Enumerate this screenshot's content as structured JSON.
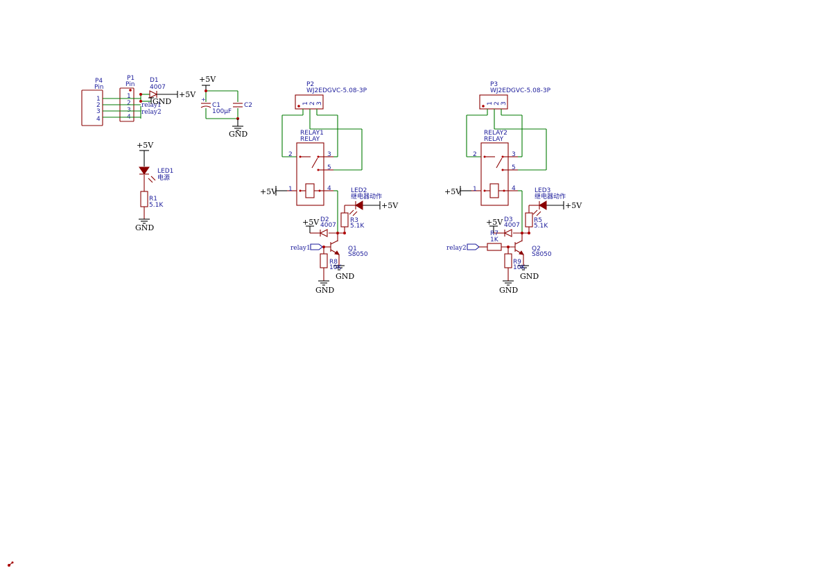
{
  "connectors": {
    "p4": {
      "ref": "P4",
      "value": "Pin",
      "pins": [
        "1",
        "2",
        "3",
        "4"
      ]
    },
    "p1": {
      "ref": "P1",
      "value": "Pin",
      "pins": [
        "1",
        "2",
        "3",
        "4"
      ]
    },
    "p2": {
      "ref": "P2",
      "value": "WJ2EDGVC-5.08-3P",
      "pins": [
        "1",
        "2",
        "3"
      ]
    },
    "p3": {
      "ref": "P3",
      "value": "WJ2EDGVC-5.08-3P",
      "pins": [
        "1",
        "2",
        "3"
      ]
    }
  },
  "diodes": {
    "d1": {
      "ref": "D1",
      "value": "4007"
    },
    "d2": {
      "ref": "D2",
      "value": "4007"
    },
    "d3": {
      "ref": "D3",
      "value": "4007"
    }
  },
  "capacitors": {
    "c1": {
      "ref": "C1",
      "value": "100µF"
    },
    "c2": {
      "ref": "C2"
    }
  },
  "leds": {
    "led1": {
      "ref": "LED1",
      "value": "电源"
    },
    "led2": {
      "ref": "LED2",
      "value": "继电器动作"
    },
    "led3": {
      "ref": "LED3",
      "value": "继电器动作"
    }
  },
  "resistors": {
    "r1": {
      "ref": "R1",
      "value": "5.1K"
    },
    "r3": {
      "ref": "R3",
      "value": "5.1K"
    },
    "r5": {
      "ref": "R5",
      "value": "5.1K"
    },
    "r7": {
      "ref": "R7",
      "value": "1K"
    },
    "r8": {
      "ref": "R8",
      "value": "10K"
    },
    "r9": {
      "ref": "R9",
      "value": "10K"
    }
  },
  "relays": {
    "relay1": {
      "ref": "RELAY1",
      "value": "RELAY",
      "pins": [
        "1",
        "2",
        "3",
        "4",
        "5"
      ]
    },
    "relay2": {
      "ref": "RELAY2",
      "value": "RELAY",
      "pins": [
        "1",
        "2",
        "3",
        "4",
        "5"
      ]
    }
  },
  "transistors": {
    "q1": {
      "ref": "Q1",
      "value": "S8050"
    },
    "q2": {
      "ref": "Q2",
      "value": "S8050"
    }
  },
  "power": {
    "vcc": "+5V",
    "gnd": "GND"
  },
  "net_labels": {
    "relay1": "relay1",
    "relay2": "relay2"
  },
  "colors": {
    "wire": "#007a00",
    "component": "#8a0000",
    "text": "#1a1a9a"
  }
}
